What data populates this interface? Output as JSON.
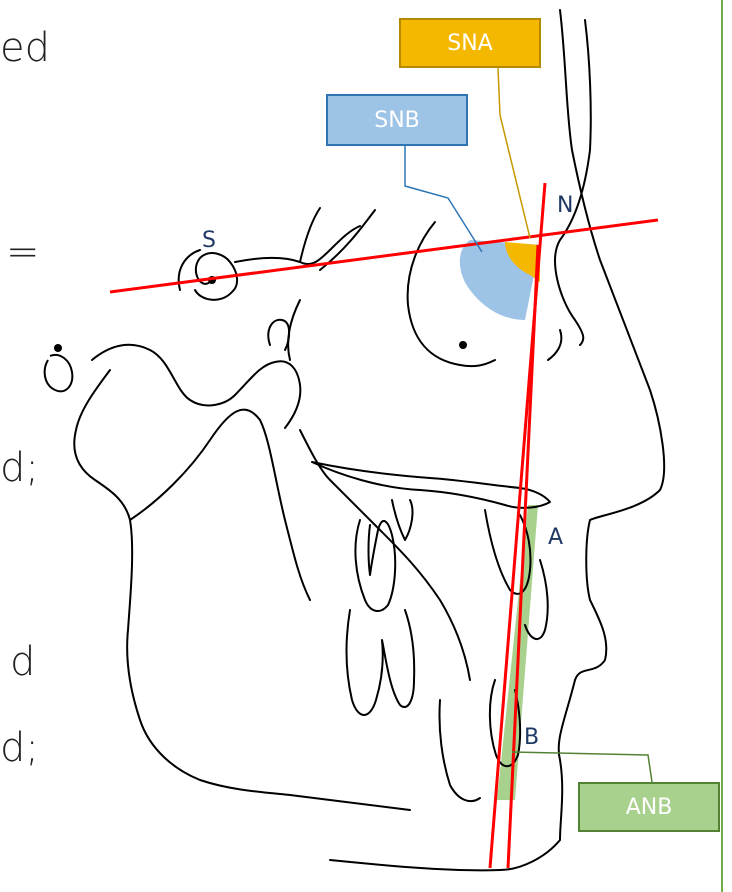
{
  "text_fragments": [
    "ed",
    "=",
    "d;",
    "d",
    "d;"
  ],
  "points": {
    "S": "S",
    "N": "N",
    "A": "A",
    "B": "B"
  },
  "labels": {
    "sna": "SNA",
    "snb": "SNB",
    "anb": "ANB"
  },
  "colors": {
    "sn_line": "#ff0000",
    "sna_fill": "#f5b800",
    "snb_fill": "#9dc3e6",
    "anb_fill": "#a9d18e",
    "outline": "#000000",
    "point_label": "#1f3864"
  }
}
